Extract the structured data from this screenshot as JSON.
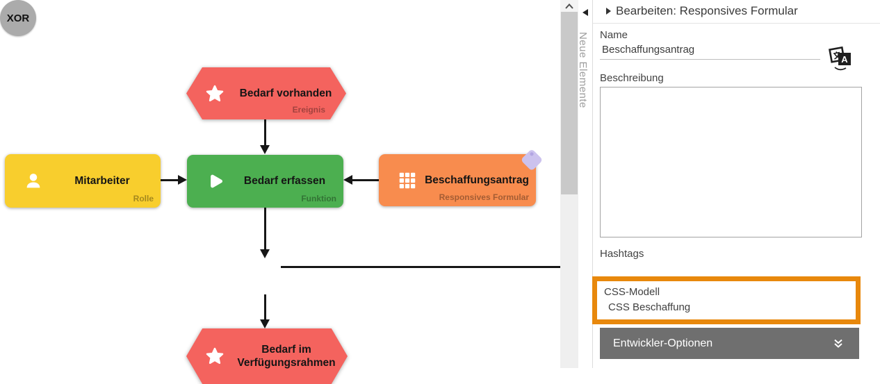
{
  "diagram": {
    "nodes": [
      {
        "id": "event-start",
        "label": "Bedarf vorhanden",
        "type_label": "Ereignis",
        "shape": "hexagon",
        "color": "#F4635E",
        "icon": "star-icon"
      },
      {
        "id": "role",
        "label": "Mitarbeiter",
        "type_label": "Rolle",
        "shape": "rect",
        "color": "#F8CE2D",
        "icon": "person-icon"
      },
      {
        "id": "function",
        "label": "Bedarf erfassen",
        "type_label": "Funktion",
        "shape": "rect",
        "color": "#4CAF50",
        "icon": "play-icon"
      },
      {
        "id": "form",
        "label": "Beschaffungsantrag",
        "type_label": "Responsives Formular",
        "shape": "rect",
        "color": "#F88C4E",
        "icon": "grid-icon",
        "has_tag": true
      },
      {
        "id": "xor",
        "label": "XOR",
        "shape": "circle",
        "color": "#ABABAB"
      },
      {
        "id": "event-end",
        "label_line1": "Bedarf im",
        "label_line2": "Verfügungsrahmen",
        "shape": "hexagon",
        "color": "#F4635E",
        "icon": "star-icon"
      }
    ]
  },
  "panel": {
    "title": "Bearbeiten: Responsives Formular",
    "new_elements_tab": "Neue Elemente",
    "fields": {
      "name": {
        "label": "Name",
        "value": "Beschaffungsantrag"
      },
      "description": {
        "label": "Beschreibung",
        "value": ""
      },
      "hashtags": {
        "label": "Hashtags",
        "items": [
          "CSS-Modell",
          "CSS Beschaffung"
        ]
      }
    },
    "developer_section": {
      "label": "Entwickler-Optionen"
    }
  },
  "colors": {
    "event_red": "#F4635E",
    "role_yellow": "#F8CE2D",
    "function_green": "#4CAF50",
    "form_orange": "#F88C4E",
    "xor_gray": "#ABABAB",
    "hashtag_highlight_orange": "#E8880C",
    "developer_bar_gray": "#6F6F6F",
    "tag_lavender": "#CCC2EE",
    "edge_black": "#161616"
  }
}
